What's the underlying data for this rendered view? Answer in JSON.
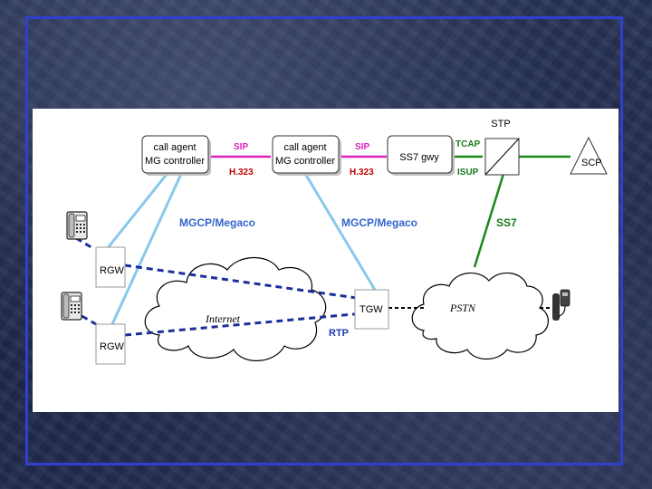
{
  "nodes": {
    "call_agent_1": {
      "line1": "call agent",
      "line2": "MG controller"
    },
    "call_agent_2": {
      "line1": "call agent",
      "line2": "MG controller"
    },
    "ss7_gwy": "SS7 gwy",
    "stp": "STP",
    "scp": "SCP",
    "rgw_1": "RGW",
    "rgw_2": "RGW",
    "tgw": "TGW",
    "internet": "Internet",
    "pstn": "PSTN"
  },
  "links": {
    "sip_1": "SIP",
    "h323_1": "H.323",
    "sip_2": "SIP",
    "h323_2": "H.323",
    "tcap": "TCAP",
    "isup": "ISUP",
    "mgcp_1": "MGCP/Megaco",
    "mgcp_2": "MGCP/Megaco",
    "ss7": "SS7",
    "rtp": "RTP"
  },
  "colors": {
    "frame": "#2f3fd0",
    "sip_link": "#e020c0",
    "mgcp_link": "#88c8ec",
    "ss7_link": "#1a8a1a",
    "rtp_link": "#1a2f9a"
  },
  "icons": [
    "telephone-icon",
    "telephone-icon",
    "payphone-icon"
  ]
}
